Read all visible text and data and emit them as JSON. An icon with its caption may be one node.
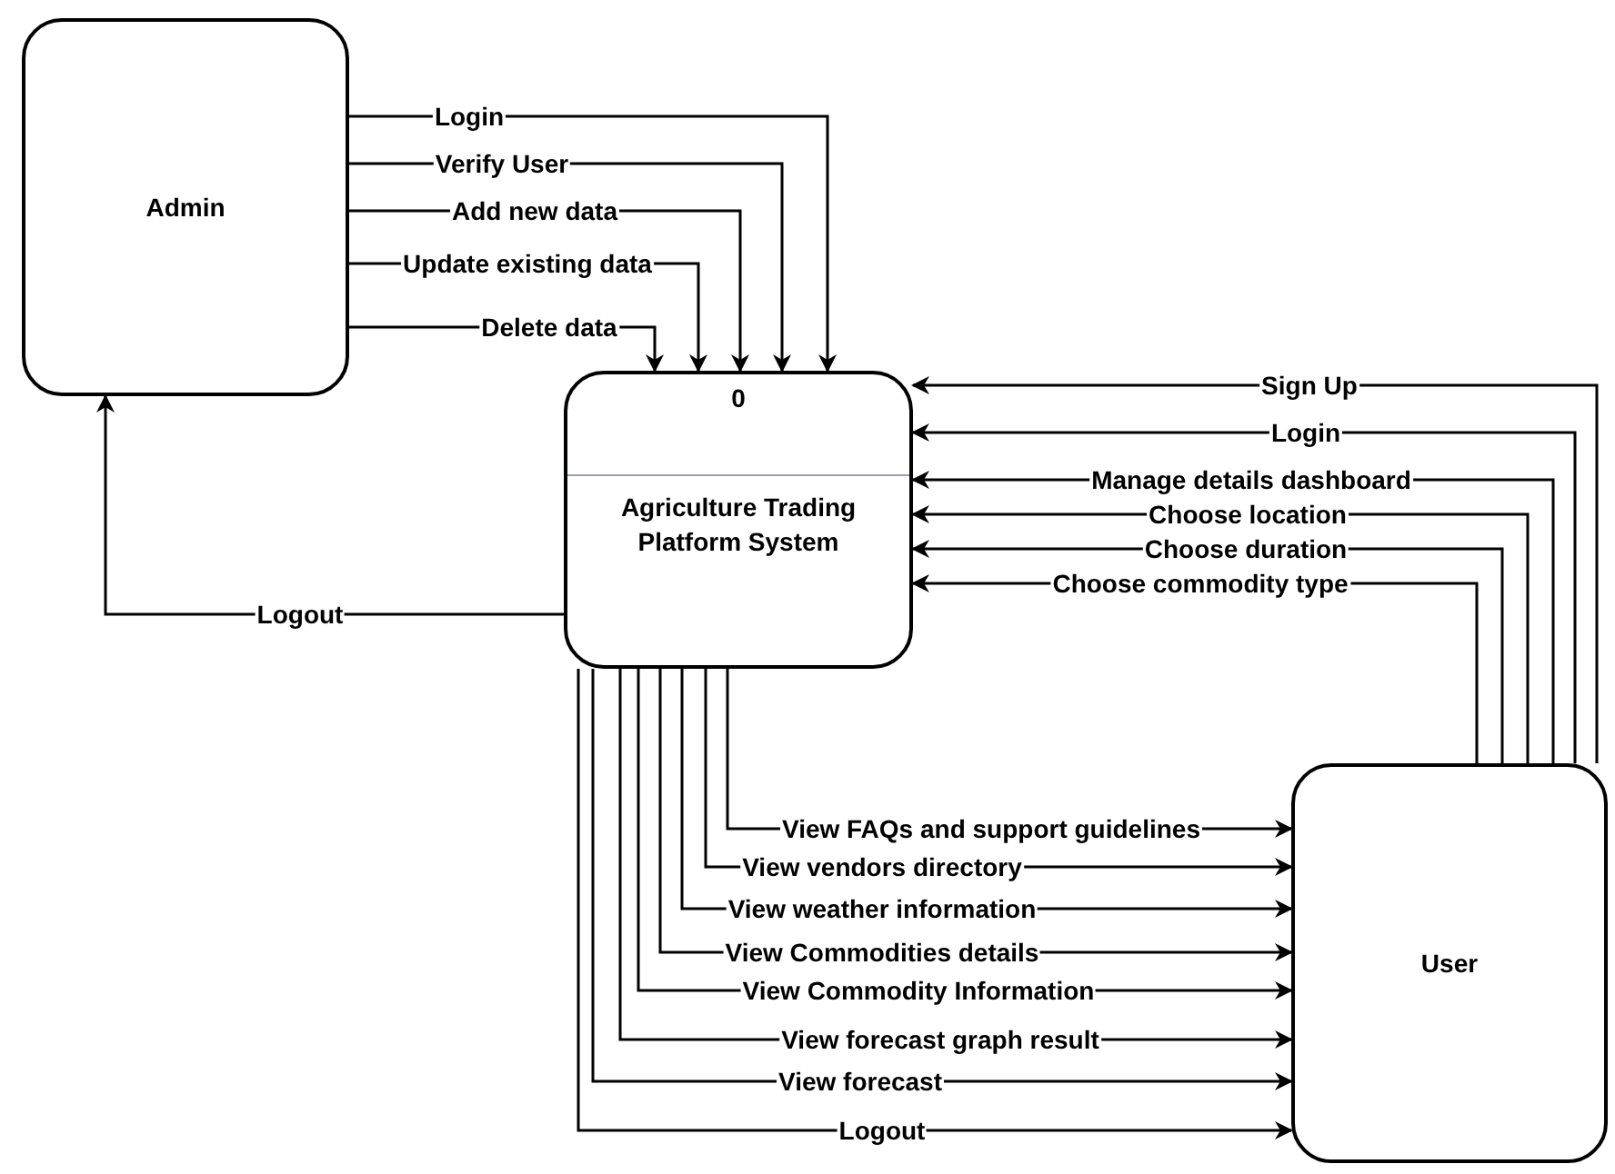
{
  "diagram": {
    "nodes": [
      {
        "text": [
          "Admin"
        ]
      },
      {
        "text": [
          "0",
          "Agriculture Trading Platform System"
        ]
      },
      {
        "text": [
          "User"
        ]
      }
    ],
    "edges": [
      {
        "from": 0,
        "to": 1,
        "arrow": "to",
        "label": "Login"
      },
      {
        "from": 0,
        "to": 1,
        "arrow": "to",
        "label": "Verify User"
      },
      {
        "from": 0,
        "to": 1,
        "arrow": "to",
        "label": "Add new data"
      },
      {
        "from": 0,
        "to": 1,
        "arrow": "to",
        "label": "Update existing data"
      },
      {
        "from": 0,
        "to": 1,
        "arrow": "to",
        "label": "Delete data"
      },
      {
        "from": 1,
        "to": 0,
        "arrow": "to",
        "label": "Logout"
      },
      {
        "from": 2,
        "to": 1,
        "arrow": "to",
        "label": "Sign Up"
      },
      {
        "from": 2,
        "to": 1,
        "arrow": "to",
        "label": "Login"
      },
      {
        "from": 2,
        "to": 1,
        "arrow": "to",
        "label": "Manage details dashboard"
      },
      {
        "from": 2,
        "to": 1,
        "arrow": "to",
        "label": "Choose location"
      },
      {
        "from": 2,
        "to": 1,
        "arrow": "to",
        "label": "Choose duration"
      },
      {
        "from": 2,
        "to": 1,
        "arrow": "to",
        "label": "Choose commodity type"
      },
      {
        "from": 1,
        "to": 2,
        "arrow": "to",
        "label": "View FAQs and support guidelines"
      },
      {
        "from": 1,
        "to": 2,
        "arrow": "to",
        "label": "View vendors directory"
      },
      {
        "from": 1,
        "to": 2,
        "arrow": "to",
        "label": "View weather information"
      },
      {
        "from": 1,
        "to": 2,
        "arrow": "to",
        "label": "View Commodities details"
      },
      {
        "from": 1,
        "to": 2,
        "arrow": "to",
        "label": "View Commodity Information"
      },
      {
        "from": 1,
        "to": 2,
        "arrow": "to",
        "label": "View forecast graph result"
      },
      {
        "from": 1,
        "to": 2,
        "arrow": "to",
        "label": "View forecast"
      },
      {
        "from": 1,
        "to": 2,
        "arrow": "to",
        "label": "Logout"
      }
    ]
  }
}
